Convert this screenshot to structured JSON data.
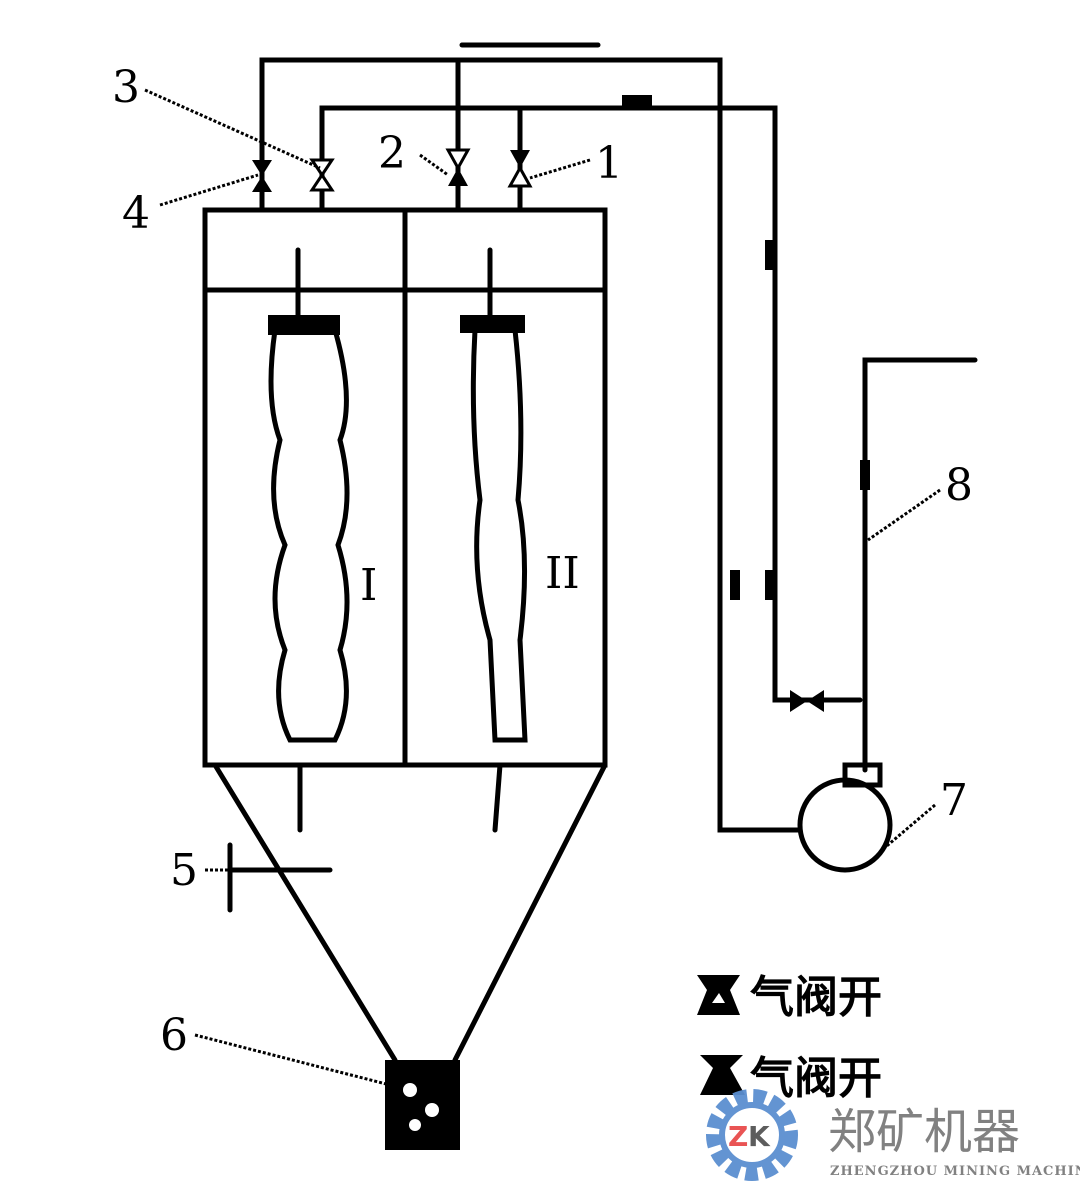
{
  "labels": {
    "l1": "1",
    "l2": "2",
    "l3": "3",
    "l4": "4",
    "l5": "5",
    "l6": "6",
    "l7": "7",
    "l8": "8",
    "chamber1": "I",
    "chamber2": "II"
  },
  "legend": [
    {
      "icon": "valve-open-icon",
      "text": "气阀开"
    },
    {
      "icon": "valve-closed-icon",
      "text": "气阀开"
    }
  ],
  "watermark": {
    "logo_text": "ZK",
    "name": "郑矿机器",
    "subtitle": "ZHENGZHOU MINING MACHINERY",
    "gear_color": "#5b8fd0",
    "logo_color": "#e84b4b"
  }
}
